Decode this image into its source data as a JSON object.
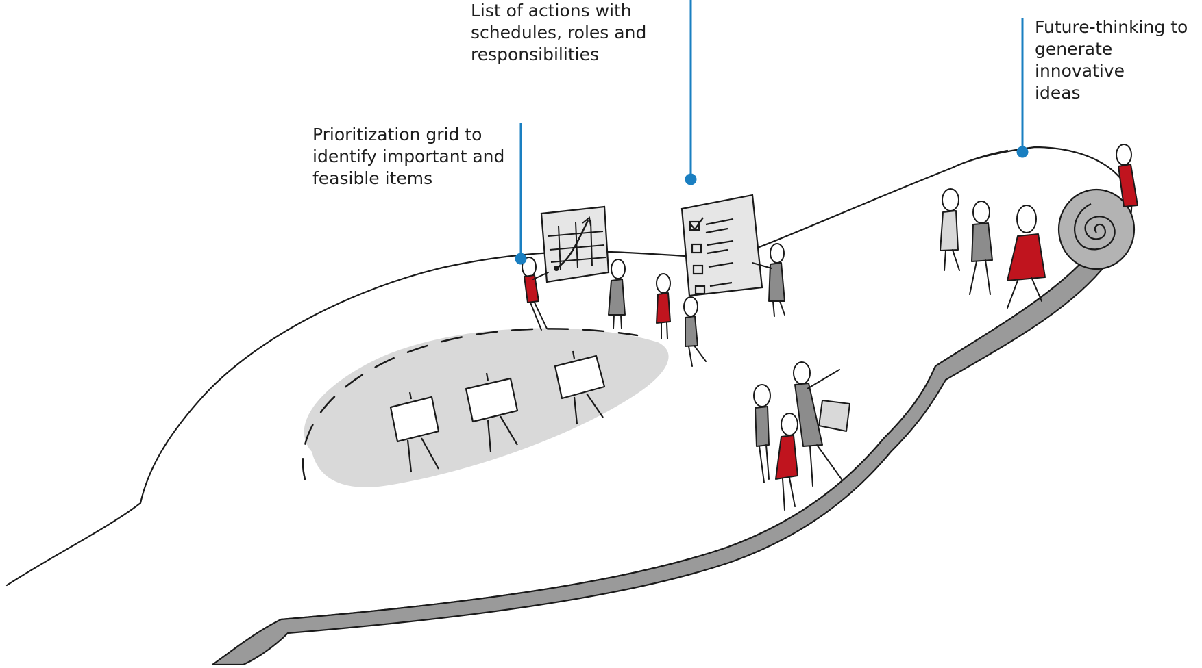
{
  "callouts": [
    {
      "id": "actions",
      "lines": [
        "List of actions with",
        "schedules, roles and",
        "responsibilities"
      ]
    },
    {
      "id": "prioritization",
      "lines": [
        "Prioritization grid to",
        "identify important and",
        "feasible items"
      ]
    },
    {
      "id": "future",
      "lines": [
        "Future-thinking to",
        "generate innovative",
        "ideas"
      ]
    }
  ],
  "colors": {
    "leader": "#1a7fc1",
    "outline": "#1a1a1a",
    "fill_gray": "#d9d9d9",
    "figure_gray": "#8c8c8c",
    "figure_red": "#c0141e",
    "path_edge": "#9a9a9a"
  },
  "icons": [
    "easel-icon",
    "grid-chart-icon",
    "checklist-icon",
    "spiral-roll-icon"
  ]
}
